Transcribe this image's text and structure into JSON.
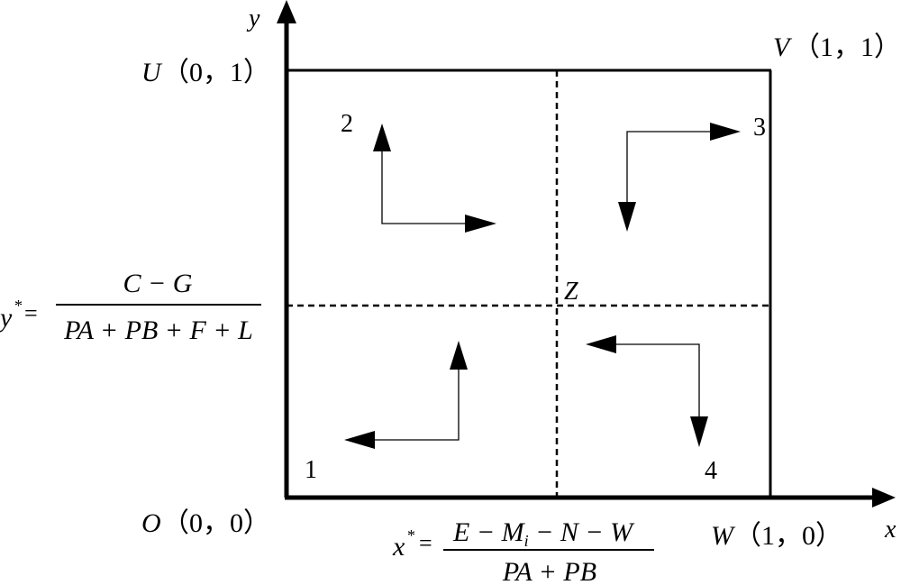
{
  "axes": {
    "x_label": "x",
    "y_label": "y"
  },
  "corners": {
    "origin": {
      "name": "O",
      "coords": "（0，0）"
    },
    "u": {
      "name": "U",
      "coords": "（0，1）"
    },
    "v": {
      "name": "V",
      "coords": "（1，1）"
    },
    "w": {
      "name": "W",
      "coords": "（1，0）"
    }
  },
  "center": {
    "name": "Z"
  },
  "regions": [
    "1",
    "2",
    "3",
    "4"
  ],
  "equilibrium": {
    "y_star": {
      "lhs": "y",
      "sup": "*",
      "eq": "=",
      "numerator": "C − G",
      "denominator": "PA + PB + F + L"
    },
    "x_star": {
      "lhs": "x",
      "sup": "*",
      "eq": "=",
      "num_a": "E − M",
      "num_sub": "i",
      "num_b": " − N − W",
      "denominator": "PA + PB"
    }
  },
  "colors": {
    "stroke": "#000000",
    "background": "#ffffff"
  }
}
